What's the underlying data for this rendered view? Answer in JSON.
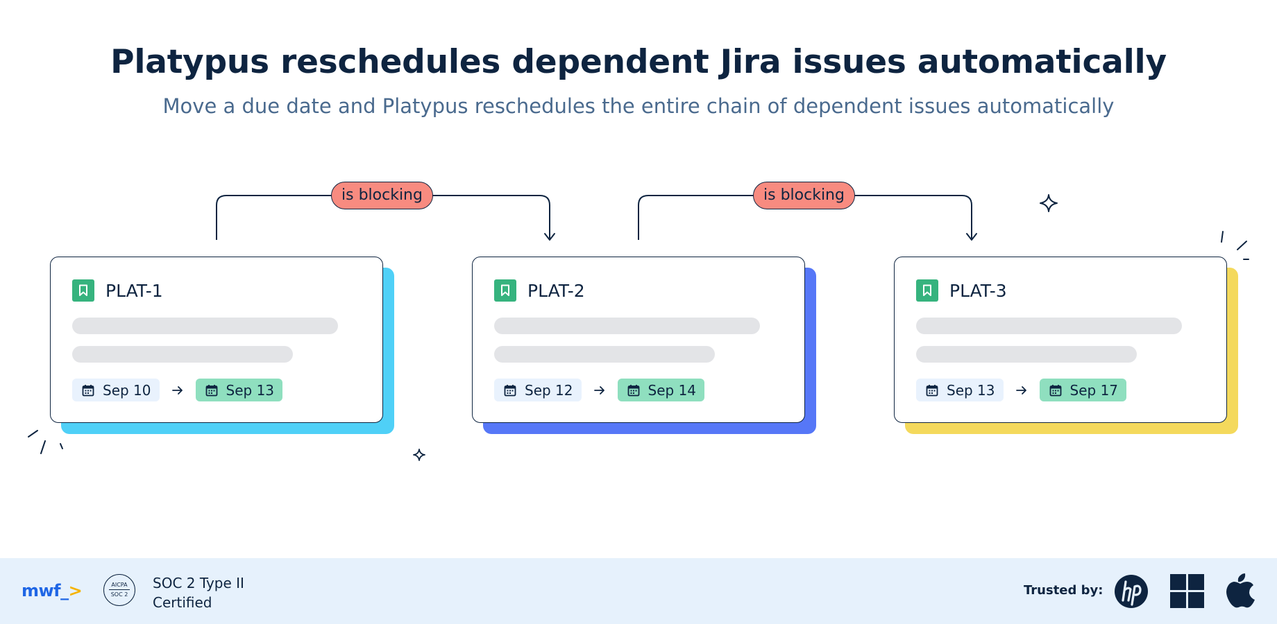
{
  "header": {
    "title": "Platypus reschedules dependent Jira issues automatically",
    "subtitle": "Move a due date and Platypus reschedules the entire chain of dependent issues automatically"
  },
  "relations": [
    {
      "label": "is blocking"
    },
    {
      "label": "is blocking"
    }
  ],
  "issues": [
    {
      "key": "PLAT-1",
      "old_date": "Sep 10",
      "new_date": "Sep 13",
      "accent": "#4fd0f7"
    },
    {
      "key": "PLAT-2",
      "old_date": "Sep 12",
      "new_date": "Sep 14",
      "accent": "#5677f7"
    },
    {
      "key": "PLAT-3",
      "old_date": "Sep 13",
      "new_date": "Sep 17",
      "accent": "#f4d95c"
    }
  ],
  "colors": {
    "relation_pill": "#f88b80",
    "issue_icon": "#36b37e",
    "new_date_chip": "#8fdfbf",
    "old_date_chip": "#e9f2fd",
    "footer_bg": "#e6f1fc"
  },
  "icons": {
    "issue": "bookmark-icon",
    "date": "calendar-icon",
    "arrow": "arrow-right-icon"
  },
  "footer": {
    "logo": {
      "text": "mwf_",
      "caret": ">"
    },
    "badge": {
      "line1": "AICPA",
      "line2": "SOC 2"
    },
    "cert_line1": "SOC 2 Type II",
    "cert_line2": "Certified",
    "trusted_label": "Trusted by:",
    "brands": [
      "hp-logo",
      "windows-logo",
      "apple-logo"
    ]
  }
}
